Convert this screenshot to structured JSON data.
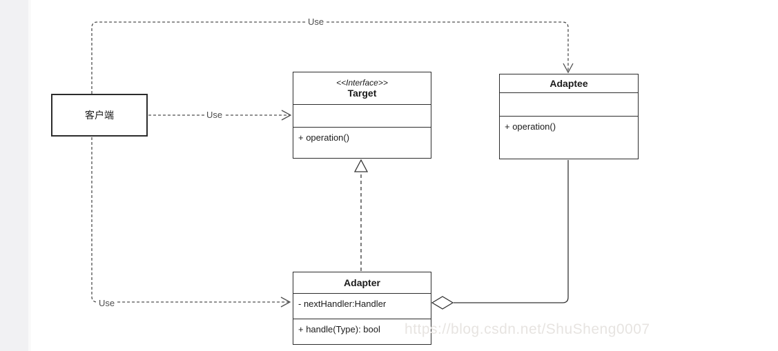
{
  "diagram": {
    "kind": "uml-class-diagram",
    "pattern": "Adapter",
    "nodes": {
      "client": {
        "label": "客户端"
      },
      "target": {
        "stereotype": "<<Interface>>",
        "name": "Target",
        "attributes": [],
        "methods": [
          "+ operation()"
        ]
      },
      "adaptee": {
        "name": "Adaptee",
        "attributes": [],
        "methods": [
          "+ operation()"
        ]
      },
      "adapter": {
        "name": "Adapter",
        "attributes": [
          "- nextHandler:Handler"
        ],
        "methods": [
          "+ handle(Type): bool"
        ]
      }
    },
    "edges": {
      "client_to_adaptee": {
        "label": "Use",
        "style": "dashed-open-arrow"
      },
      "client_to_target": {
        "label": "Use",
        "style": "dashed-open-arrow"
      },
      "client_to_adapter": {
        "label": "Use",
        "style": "dashed-open-arrow"
      },
      "adapter_to_target": {
        "style": "realization-dashed-hollow-triangle"
      },
      "adapter_to_adaptee": {
        "style": "aggregation-hollow-diamond"
      }
    },
    "watermark": "https://blog.csdn.net/ShuSheng0007"
  },
  "colors": {
    "background": "#ffffff",
    "left_strip": "#f1f1f3",
    "box_border": "#2b2b2b",
    "edge_line": "#4d4d4d",
    "text": "#1a1a1a",
    "watermark": "#e7e4e1"
  }
}
